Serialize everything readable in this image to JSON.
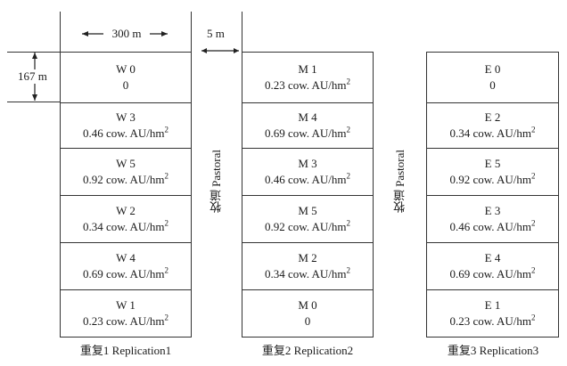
{
  "dimensions": {
    "width_label": "300 m",
    "gap_label": "5 m",
    "height_label": "167 m"
  },
  "pastoral_label": "牧道 Pastoral",
  "unit_label": "cow. AU/hm",
  "unit_exp": "2",
  "replications": [
    {
      "name": "重复1 Replication1",
      "cells": [
        {
          "id": "W 0",
          "rate": "0"
        },
        {
          "id": "W 3",
          "rate": "0.46"
        },
        {
          "id": "W 5",
          "rate": "0.92"
        },
        {
          "id": "W 2",
          "rate": "0.34"
        },
        {
          "id": "W 4",
          "rate": "0.69"
        },
        {
          "id": "W 1",
          "rate": "0.23"
        }
      ]
    },
    {
      "name": "重复2 Replication2",
      "cells": [
        {
          "id": "M 1",
          "rate": "0.23"
        },
        {
          "id": "M 4",
          "rate": "0.69"
        },
        {
          "id": "M 3",
          "rate": "0.46"
        },
        {
          "id": "M 5",
          "rate": "0.92"
        },
        {
          "id": "M 2",
          "rate": "0.34"
        },
        {
          "id": "M 0",
          "rate": "0"
        }
      ]
    },
    {
      "name": "重复3 Replication3",
      "cells": [
        {
          "id": "E 0",
          "rate": "0"
        },
        {
          "id": "E 2",
          "rate": "0.34"
        },
        {
          "id": "E 5",
          "rate": "0.92"
        },
        {
          "id": "E 3",
          "rate": "0.46"
        },
        {
          "id": "E 4",
          "rate": "0.69"
        },
        {
          "id": "E 1",
          "rate": "0.23"
        }
      ]
    }
  ]
}
